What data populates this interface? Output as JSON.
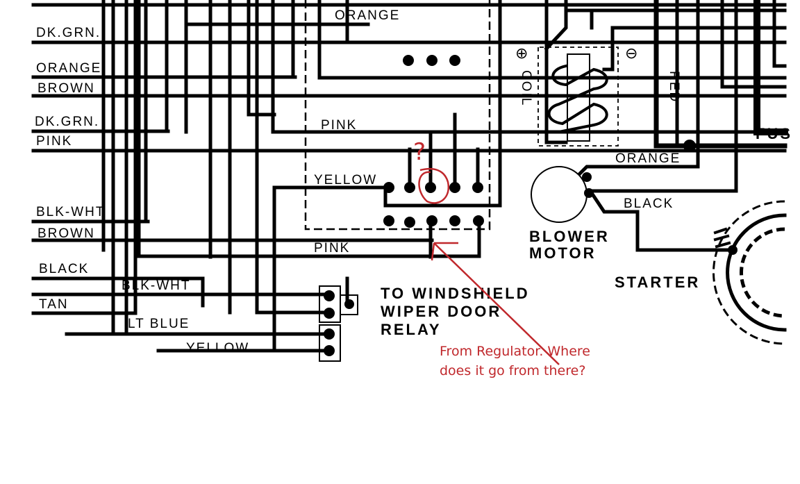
{
  "wire_labels": {
    "orange_top": "ORANGE",
    "dk_grn_1": "DK.GRN.",
    "orange_1": "ORANGE",
    "brown_1": "BROWN",
    "dk_grn_2": "DK.GRN.",
    "pink_1": "PINK",
    "pink_2": "PINK",
    "yellow_1": "YELLOW",
    "blk_wht_1": "BLK-WHT",
    "brown_2": "BROWN",
    "pink_3": "PINK",
    "black_1": "BLACK",
    "blk_wht_2": "BLK-WHT",
    "tan": "TAN",
    "lt_blue": "LT BLUE",
    "yellow_2": "YELLOW",
    "red": "RED",
    "orange_2": "ORANGE",
    "black_2": "BLACK"
  },
  "components": {
    "coil": "COIL",
    "coil_plus": "⊕",
    "coil_minus": "⊖",
    "blower_motor_1": "BLOWER",
    "blower_motor_2": "MOTOR",
    "starter": "STARTER",
    "fuse": "FUS",
    "relay_1": "TO WINDSHIELD",
    "relay_2": "WIPER DOOR",
    "relay_3": "RELAY"
  },
  "annotation": {
    "question_mark": "?",
    "line1": "From Regulator. Where",
    "line2": "does it go from there?",
    "color": "#c0282c"
  }
}
